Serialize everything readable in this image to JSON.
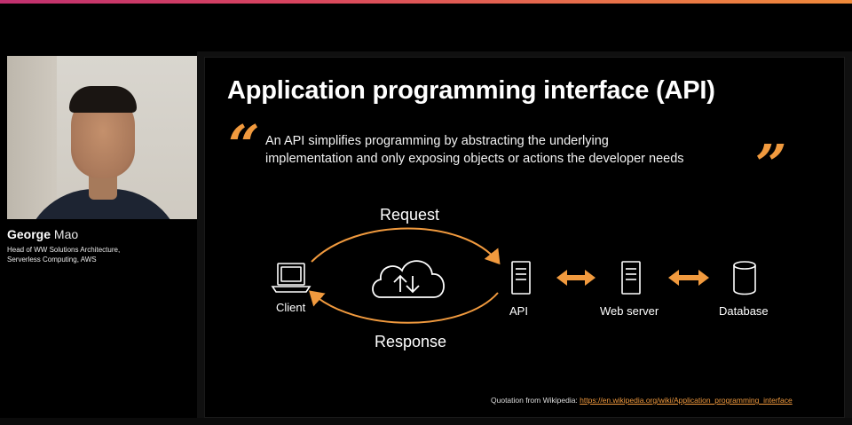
{
  "speaker": {
    "first_name": "George",
    "last_name": "Mao",
    "title_line1": "Head of WW Solutions Architecture,",
    "title_line2": "Serverless Computing, AWS"
  },
  "slide": {
    "title": "Application programming interface (API)",
    "quote_line1": "An API simplifies programming by abstracting the underlying",
    "quote_line2": "implementation and only exposing objects or actions the developer needs",
    "diagram": {
      "request_label": "Request",
      "response_label": "Response",
      "client_label": "Client",
      "api_label": "API",
      "web_server_label": "Web server",
      "database_label": "Database"
    },
    "footnote_prefix": "Quotation from Wikipedia:",
    "footnote_link": "https://en.wikipedia.org/wiki/Application_programming_interface"
  },
  "colors": {
    "accent": "#f19a3e",
    "slide_bg": "#000000",
    "text": "#ffffff"
  },
  "icons": [
    "laptop-icon",
    "cloud-upload-download-icon",
    "server-icon",
    "double-arrow-icon",
    "database-icon"
  ]
}
